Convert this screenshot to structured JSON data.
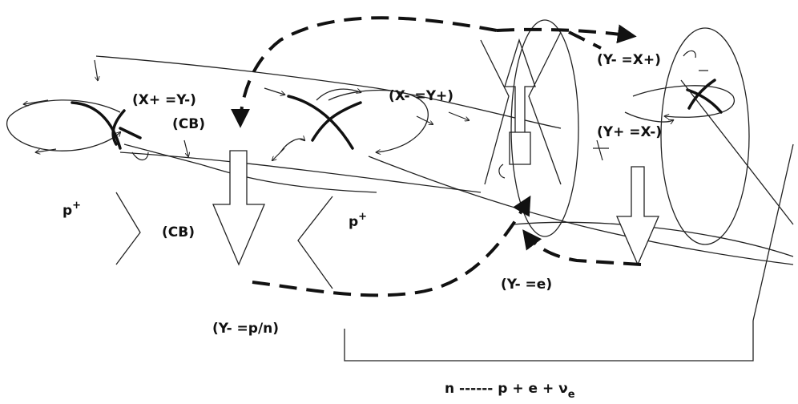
{
  "labels": {
    "x_plus_y_minus": "(X+ =Y-)",
    "cb_top": "(CB)",
    "cb_lower": "(CB)",
    "x_minus_y_plus": "(X- =Y+)",
    "y_minus_x_plus": "(Y- =X+)",
    "y_plus_x_minus": "(Y+ =X-)",
    "p_plus_left": "p",
    "p_plus_left_sup": "+",
    "p_plus_mid": "p",
    "p_plus_mid_sup": "+",
    "y_minus_pn": "(Y- =p/n)",
    "y_minus_e": "(Y- =e)",
    "decay_equation": "n ------ p + e  + ν",
    "decay_sub": "e"
  },
  "colors": {
    "ink": "#111111",
    "background": "#ffffff"
  }
}
